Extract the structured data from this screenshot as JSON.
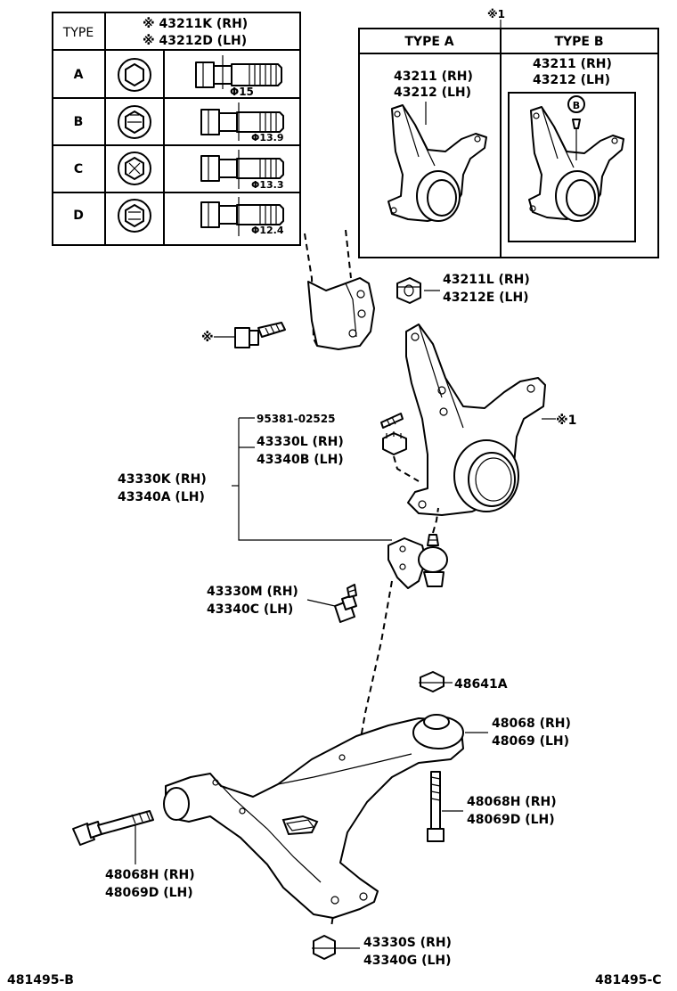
{
  "table": {
    "header_type": "TYPE",
    "header_part_rh": "※ 43211K (RH)",
    "header_part_lh": "※ 43212D (LH)",
    "rows": [
      {
        "type": "A",
        "dim": "Φ15"
      },
      {
        "type": "B",
        "dim": "Φ13.9"
      },
      {
        "type": "C",
        "dim": "Φ13.3"
      },
      {
        "type": "D",
        "dim": "Φ12.4"
      }
    ]
  },
  "knuckle_box": {
    "ref_mark": "※1",
    "type_a_label": "TYPE A",
    "type_b_label": "TYPE B",
    "type_a_rh": "43211 (RH)",
    "type_a_lh": "43212 (LH)",
    "type_b_rh": "43211 (RH)",
    "type_b_lh": "43212 (LH)",
    "type_b_marker": "B"
  },
  "callouts": {
    "nut_top_rh": "43211L (RH)",
    "nut_top_lh": "43212E (LH)",
    "bolt_mark": "※",
    "knuckle_ref": "※1",
    "cotter_pin": "95381-02525",
    "castle_nut_rh": "43330L (RH)",
    "castle_nut_lh": "43340B (LH)",
    "ball_joint_rh": "43330K (RH)",
    "ball_joint_lh": "43340A (LH)",
    "bj_bolt_rh": "43330M (RH)",
    "bj_bolt_lh": "43340C (LH)",
    "nut_mid": "48641A",
    "bushing_rh": "48068 (RH)",
    "bushing_lh": "48069 (LH)",
    "bolt_right_rh": "48068H (RH)",
    "bolt_right_lh": "48069D (LH)",
    "bolt_left_rh": "48068H (RH)",
    "bolt_left_lh": "48069D (LH)",
    "nut_bottom_rh": "43330S (RH)",
    "nut_bottom_lh": "43340G (LH)"
  },
  "footer": {
    "code_left": "481495-B",
    "code_right": "481495-C"
  }
}
